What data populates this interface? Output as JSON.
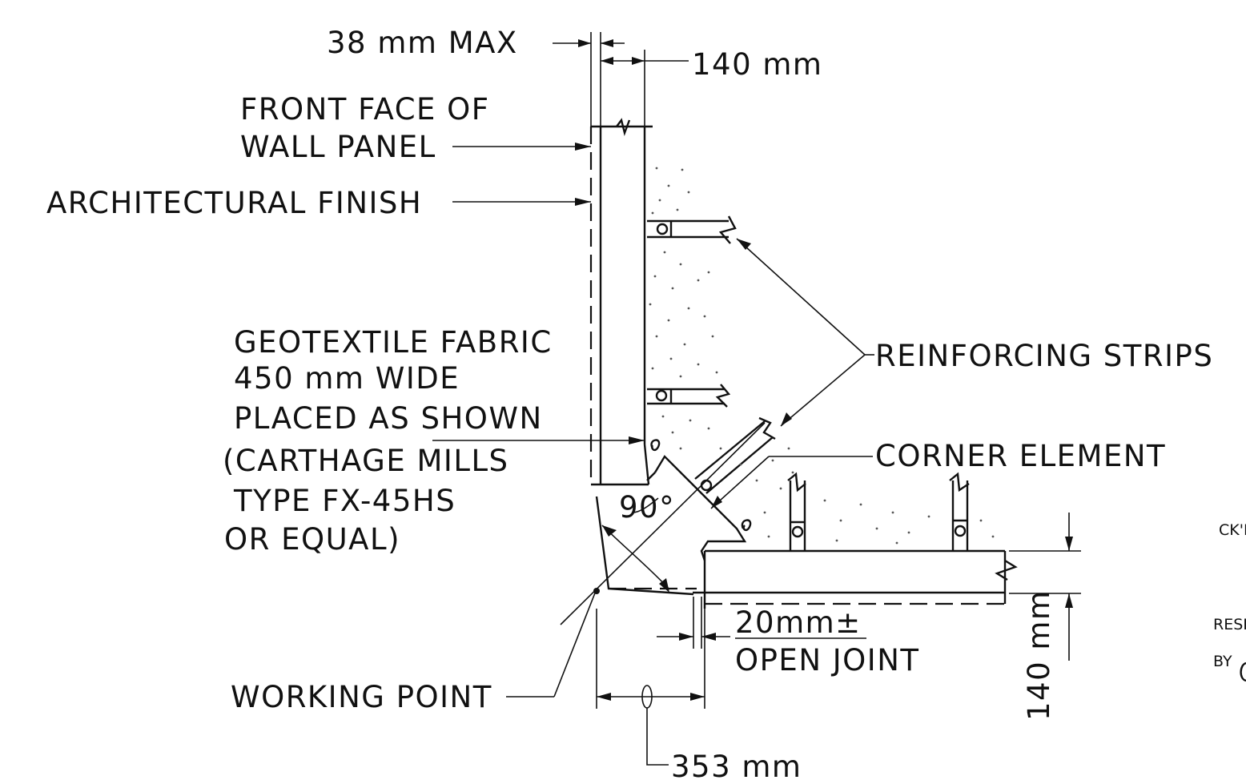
{
  "labels": {
    "max_joint": "38 mm MAX",
    "panel_thickness": "140 mm",
    "front_face_1": "FRONT FACE OF",
    "front_face_2": "WALL PANEL",
    "arch_finish": "ARCHITECTURAL FINISH",
    "geo_1": "GEOTEXTILE FABRIC",
    "geo_2": "450 mm WIDE",
    "geo_3": "PLACED AS SHOWN",
    "geo_4": "(CARTHAGE MILLS",
    "geo_5": "TYPE FX-45HS",
    "geo_6": "OR EQUAL)",
    "reinforcing": "REINFORCING STRIPS",
    "corner": "CORNER ELEMENT",
    "angle": "90°",
    "open_joint_1": "20mm±",
    "open_joint_2": "OPEN JOINT",
    "working_point": "WORKING POINT",
    "offset": "353 mm",
    "vertical_dim": "140 mm",
    "margin_1": "CK'I",
    "margin_2": "RESI",
    "margin_3": "BY"
  }
}
